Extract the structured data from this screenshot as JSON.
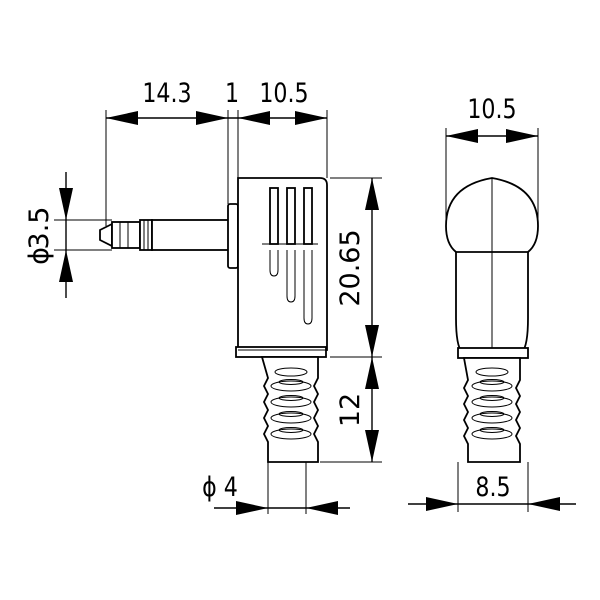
{
  "dimensions": {
    "plug_length": "14.3",
    "shoulder_gap": "1",
    "body_depth_side": "10.5",
    "body_depth_front": "10.5",
    "body_height": "20.65",
    "sleeve_length": "12",
    "plug_diameter_symbol": "ϕ",
    "plug_diameter_value": "3.5",
    "cable_diameter": "ϕ 4",
    "sleeve_width": "8.5"
  }
}
